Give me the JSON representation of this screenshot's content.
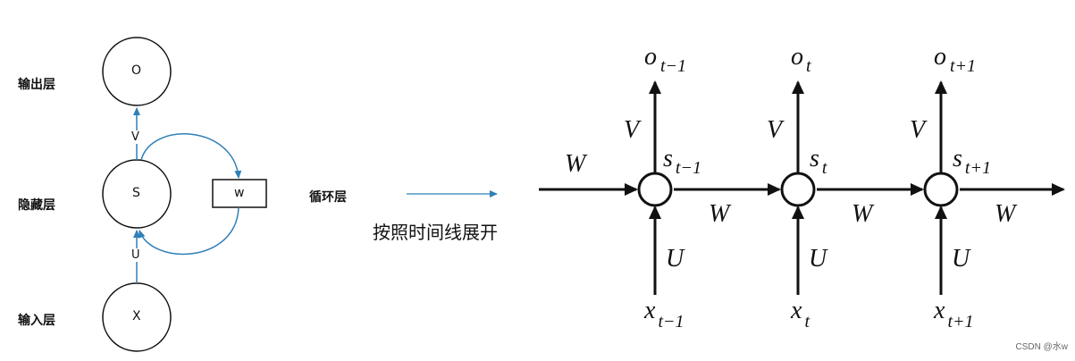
{
  "left": {
    "layers": {
      "output": "输出层",
      "hidden": "隐藏层",
      "input": "输入层",
      "recurrent": "循环层"
    },
    "nodes": {
      "o": "O",
      "s": "S",
      "x": "X"
    },
    "box": "w",
    "edges": {
      "v": "V",
      "u": "U"
    }
  },
  "middle": {
    "caption": "按照时间线展开"
  },
  "right": {
    "nodes": [
      {
        "o": "o",
        "o_sub": "t−1",
        "s": "s",
        "s_sub": "t−1",
        "x": "x",
        "x_sub": "t−1"
      },
      {
        "o": "o",
        "o_sub": "t",
        "s": "s",
        "s_sub": "t",
        "x": "x",
        "x_sub": "t"
      },
      {
        "o": "o",
        "o_sub": "t+1",
        "s": "s",
        "s_sub": "t+1",
        "x": "x",
        "x_sub": "t+1"
      }
    ],
    "edge_labels": {
      "V": "V",
      "U": "U",
      "W": "W"
    }
  },
  "watermark": "CSDN @水w",
  "colors": {
    "accent": "#2f7fb7",
    "ink": "#111111"
  }
}
